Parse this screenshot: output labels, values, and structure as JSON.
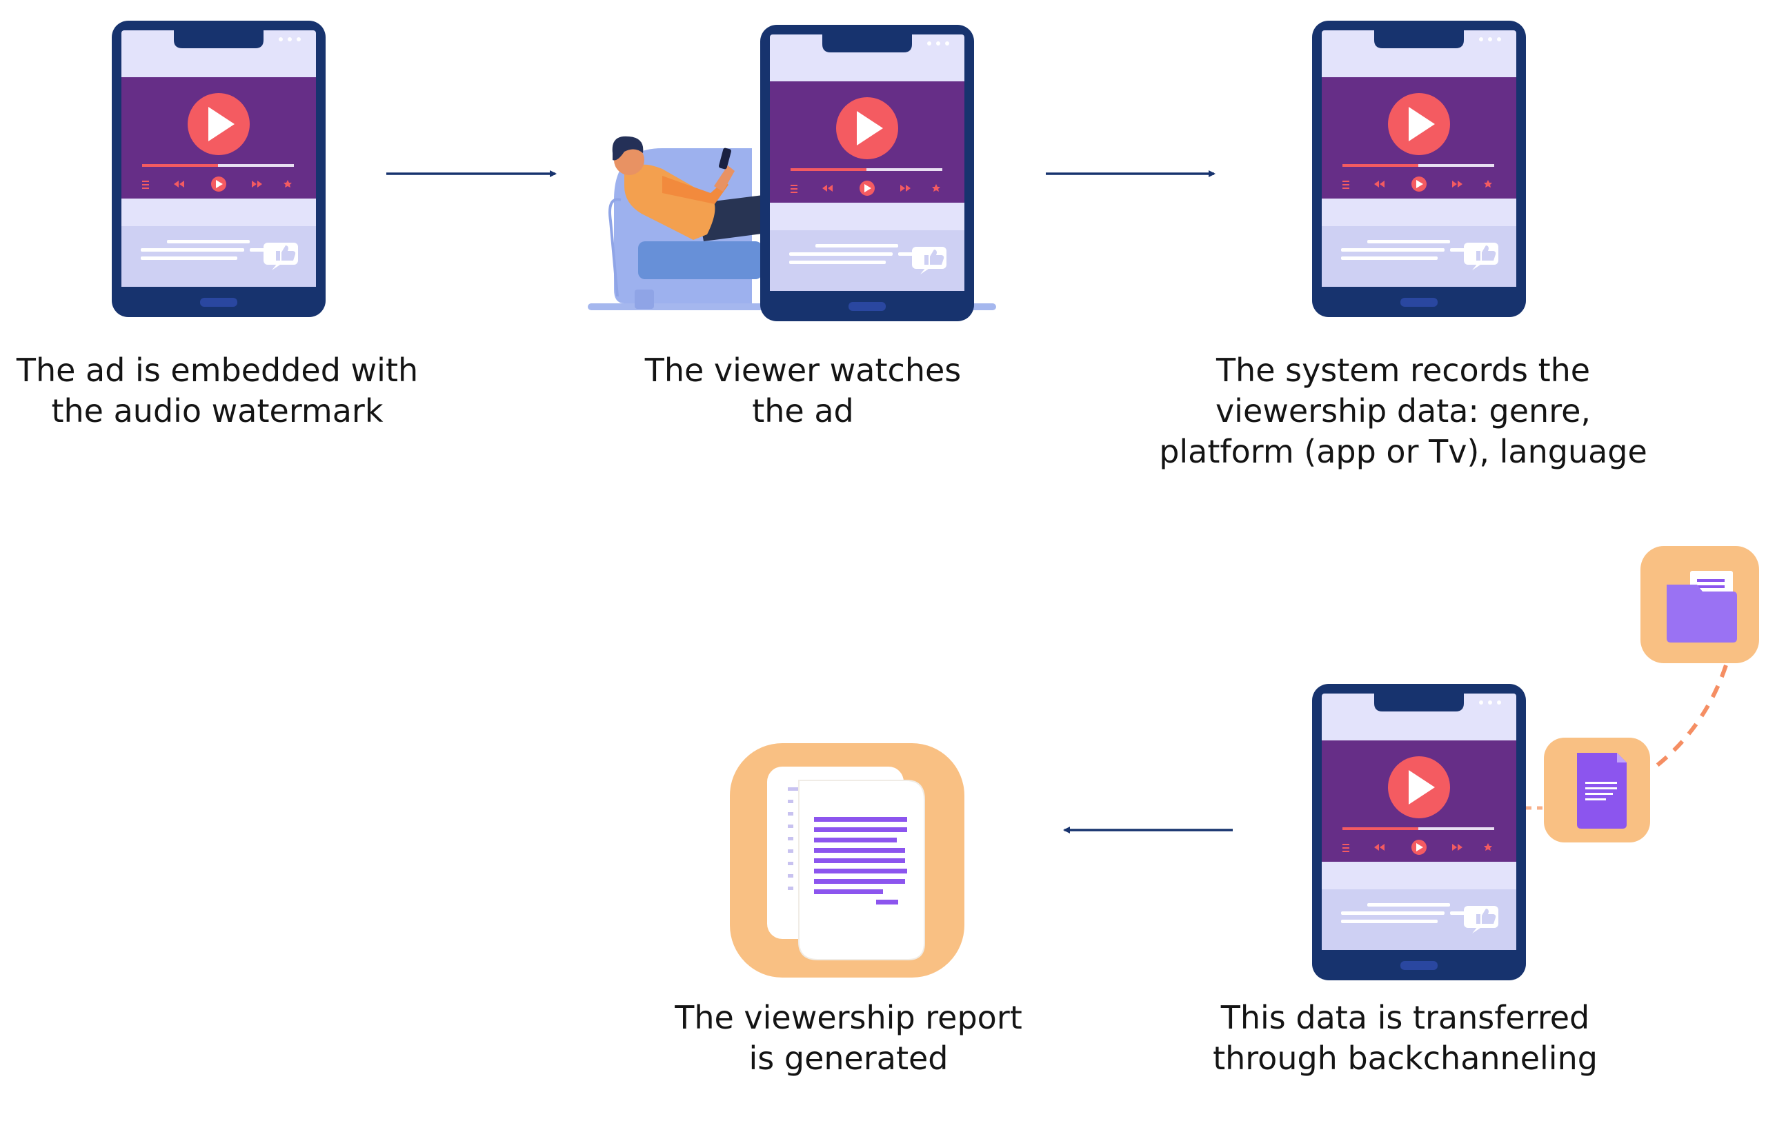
{
  "colors": {
    "phone_frame": "#17336e",
    "screen_bg": "#e3e3fb",
    "video_bg": "#662e87",
    "play_button": "#f45b61",
    "arrow": "#17336e",
    "icon_tile": "#f9c083",
    "file_purple": "#8c55ee",
    "sofa": "#9db1ee"
  },
  "steps": [
    {
      "lines": [
        "The ad is embedded with",
        "the audio watermark"
      ]
    },
    {
      "lines": [
        "The viewer watches",
        "the ad"
      ]
    },
    {
      "lines": [
        "The system records the",
        "viewership data: genre,",
        "platform (app or Tv), language"
      ]
    },
    {
      "lines": [
        "This data is transferred",
        "through backchanneling"
      ]
    },
    {
      "lines": [
        "The viewership report",
        "is generated"
      ]
    }
  ],
  "icons": [
    "phone-video-icon",
    "person-on-sofa-icon",
    "folder-icon",
    "document-icon",
    "report-icon",
    "arrow-right-icon",
    "arrow-left-icon"
  ]
}
